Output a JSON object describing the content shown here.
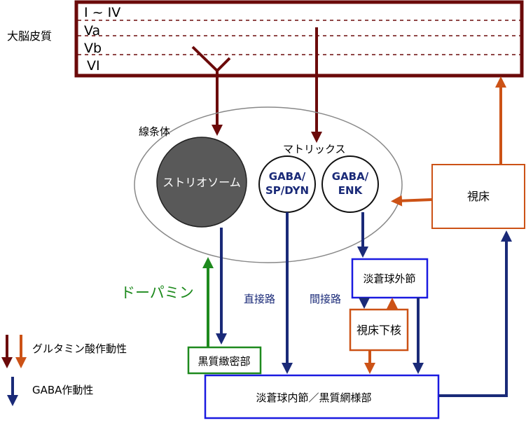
{
  "colors": {
    "glutamate_dark": "#6b0a0a",
    "glutamate_orange": "#cc5216",
    "gaba": "#1a2a78",
    "dopamine": "#1e8a1e",
    "box_blue": "#1a1ae0",
    "striosome": "#595959"
  },
  "cortex": {
    "label": "大脳皮質",
    "layers": [
      "I ~ IV",
      "Va",
      "Vb",
      "VI"
    ]
  },
  "striatum": {
    "label": "線条体",
    "matrix_label": "マトリックス",
    "striosome_label": "ストリオソーム",
    "neuron_direct": [
      "GABA/",
      "SP/DYN"
    ],
    "neuron_indirect": [
      "GABA/",
      "ENK"
    ]
  },
  "nuclei": {
    "thalamus": "視床",
    "gpe": "淡蒼球外節",
    "stn": "視床下核",
    "snc": "黒質緻密部",
    "gpi_snr": "淡蒼球内節／黒質網様部"
  },
  "pathways": {
    "dopamine": "ドーパミン",
    "direct": "直接路",
    "indirect": "間接路"
  },
  "legend": {
    "glutamate": "グルタミン酸作動性",
    "gaba": "GABA作動性"
  }
}
